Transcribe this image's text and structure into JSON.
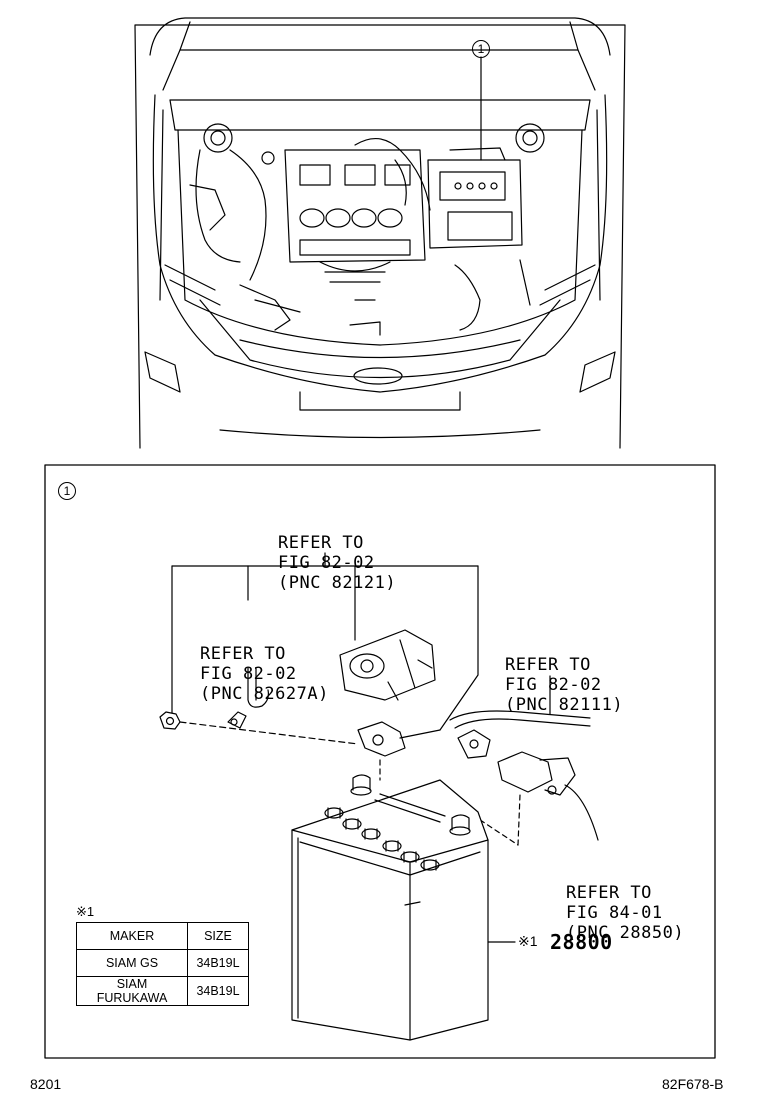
{
  "callout": {
    "number": "1"
  },
  "detail": {
    "refs": [
      {
        "line1": "REFER TO",
        "line2": "FIG 82-02",
        "line3": "(PNC 82121)"
      },
      {
        "line1": "REFER TO",
        "line2": "FIG 82-02",
        "line3": "(PNC 82627A)"
      },
      {
        "line1": "REFER TO",
        "line2": "FIG 82-02",
        "line3": "(PNC 82111)"
      },
      {
        "line1": "REFER TO",
        "line2": "FIG 84-01",
        "line3": "(PNC 28850)"
      }
    ],
    "battery": {
      "mark": "※1",
      "part_number": "28800"
    },
    "table": {
      "note": "※1",
      "headers": [
        "MAKER",
        "SIZE"
      ],
      "rows": [
        [
          "SIAM GS",
          "34B19L"
        ],
        [
          "SIAM FURUKAWA",
          "34B19L"
        ]
      ]
    }
  },
  "footer": {
    "left_code": "8201",
    "right_code": "82F678-B"
  }
}
